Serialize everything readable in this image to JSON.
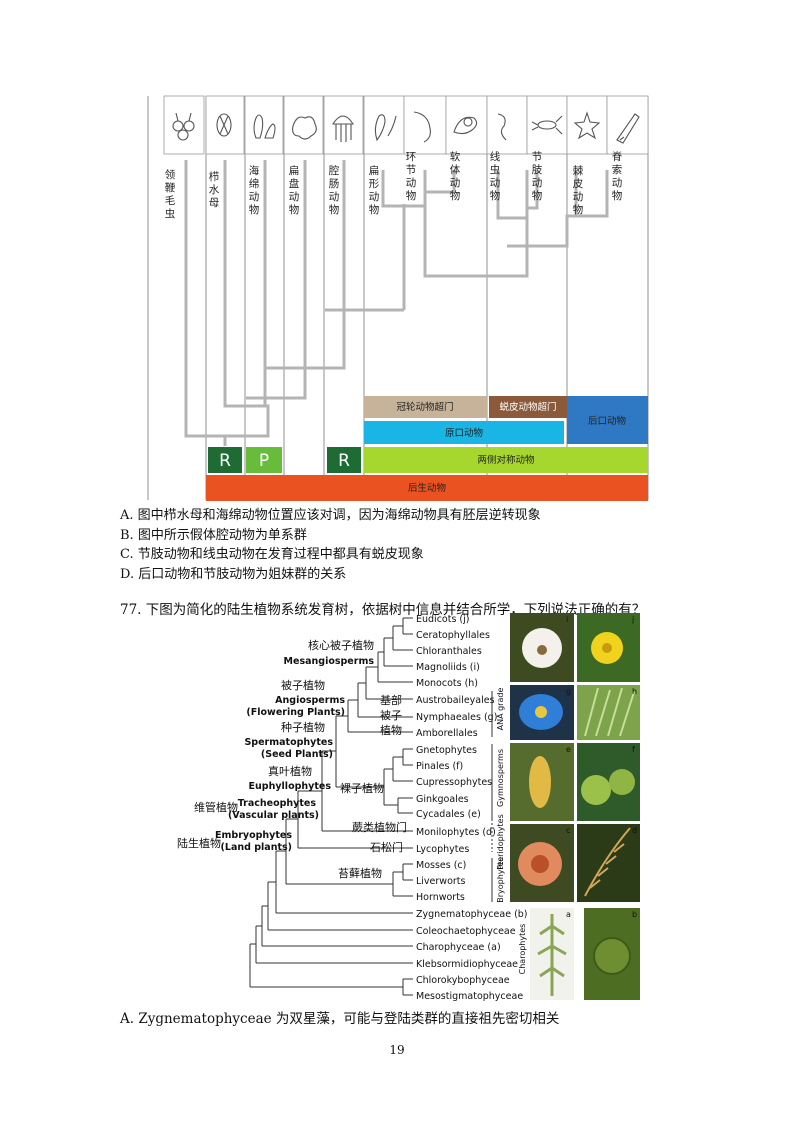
{
  "animal_tree": {
    "taxa": [
      "领鞭毛虫",
      "栉水母",
      "海绵动物",
      "扁盘动物",
      "腔肠动物",
      "扁形动物",
      "环节动物",
      "软体动物",
      "线虫动物",
      "节肢动物",
      "棘皮动物",
      "脊索动物"
    ],
    "markers": [
      "R",
      "P",
      "R"
    ],
    "bands": {
      "lophotrochozoa": "冠轮动物超门",
      "ecdysozoa": "蜕皮动物超门",
      "protostomia": "原口动物",
      "deuterostomia": "后口动物",
      "bilateria": "两侧对称动物",
      "metazoa": "后生动物"
    },
    "colors": {
      "tan": "#c6b39a",
      "brown": "#8a5a3b",
      "cyan": "#19b5e5",
      "blue": "#2e78c4",
      "lime": "#a6d72f",
      "orange": "#ea5321",
      "green": "#1e6b33",
      "lightgreen": "#67bd3b",
      "branch": "#b4b4b4"
    }
  },
  "q76_options": [
    "A. 图中栉水母和海绵动物位置应该对调，因为海绵动物具有胚层逆转现象",
    "B. 图中所示假体腔动物为单系群",
    "C. 节肢动物和线虫动物在发育过程中都具有蜕皮现象",
    "D. 后口动物和节肢动物为姐妹群的关系"
  ],
  "q77_stem": "77. 下图为简化的陆生植物系统发育树，依据树中信息并结合所学，下列说法正确的有？",
  "plant_tree": {
    "taxa": [
      "Eudicots (j)",
      "Ceratophyllales",
      "Chloranthales",
      "Magnoliids (i)",
      "Monocots (h)",
      "Austrobaileyales",
      "Nymphaeales (g)",
      "Amborellales",
      "Gnetophytes",
      "Pinales (f)",
      "Cupressophytes",
      "Ginkgoales",
      "Cycadales (e)",
      "Monilophytes (d)",
      "Lycophytes",
      "Mosses (c)",
      "Liverworts",
      "Hornworts",
      "Zygnematophyceae (b)",
      "Coleochaetophyceae",
      "Charophyceae (a)",
      "Klebsormidiophyceae",
      "Chlorokybophyceae",
      "Mesostigmatophyceae"
    ],
    "clade_labels": {
      "meso_cn": "核心被子植物",
      "meso_en": "Mesangiosperms",
      "angio_cn": "被子植物",
      "angio_en1": "Angiosperms",
      "angio_en2": "(Flowering Plants)",
      "sperm_cn": "种子植物",
      "sperm_en1": "Spermatophytes",
      "sperm_en2": "(Seed Plants)",
      "euphyll_cn": "真叶植物",
      "euphyll_en": "Euphyllophytes",
      "trach_cn": "维管植物",
      "trach_en1": "Tracheophytes",
      "trach_en2": "(Vascular plants)",
      "embryo_cn": "陆生植物",
      "embryo_en1": "Embryophytes",
      "embryo_en2": "(Land plants)",
      "basal_1": "基部",
      "basal_2": "被子",
      "basal_3": "植物",
      "gymno_cn": "裸子植物",
      "fern_cn": "蕨类植物门",
      "lyco_cn": "石松门",
      "bryo_cn": "苔藓植物"
    },
    "side_labels": [
      "ANA grade",
      "Gymnosperms",
      "Pteridophytes",
      "Bryophytes",
      "Charophytes"
    ],
    "photo_letters": [
      "i",
      "j",
      "g",
      "h",
      "e",
      "f",
      "c",
      "d",
      "a",
      "b"
    ]
  },
  "last_option": "A. Zygnematophyceae 为双星藻，可能与登陆类群的直接祖先密切相关",
  "page_number": "19"
}
